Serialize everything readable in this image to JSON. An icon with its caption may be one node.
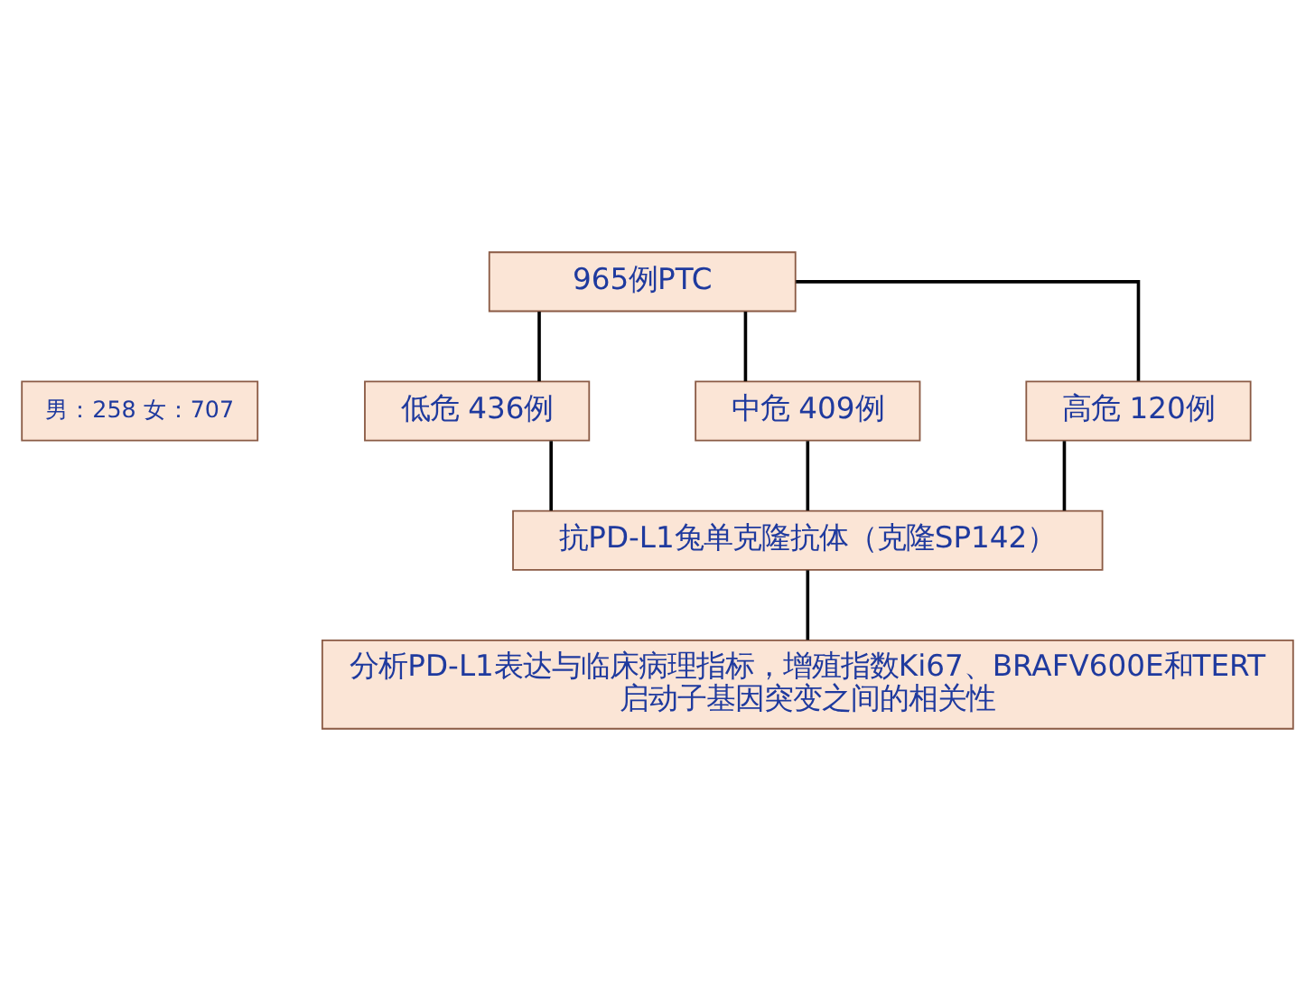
{
  "diagram": {
    "nodes": [
      {
        "text": [
          "965例PTC"
        ]
      },
      {
        "text": [
          "男：258 女：707"
        ]
      },
      {
        "text": [
          "低危 436例"
        ]
      },
      {
        "text": [
          "中危 409例"
        ]
      },
      {
        "text": [
          "高危 120例"
        ]
      },
      {
        "text": [
          "抗PD-L1兔单克隆抗体（克隆SP142）"
        ]
      },
      {
        "text": [
          "分析PD-L1表达与临床病理指标，增殖指数Ki67、BRAFV600E和TERT启动子基因突变之间的相关性"
        ]
      }
    ],
    "edges": [
      {
        "from": 0,
        "to": 2,
        "arrow": "none"
      },
      {
        "from": 0,
        "to": 3,
        "arrow": "none"
      },
      {
        "from": 0,
        "to": 4,
        "arrow": "none"
      },
      {
        "from": 2,
        "to": 5,
        "arrow": "none"
      },
      {
        "from": 3,
        "to": 5,
        "arrow": "none"
      },
      {
        "from": 4,
        "to": 5,
        "arrow": "none"
      },
      {
        "from": 5,
        "to": 6,
        "arrow": "none"
      }
    ]
  }
}
